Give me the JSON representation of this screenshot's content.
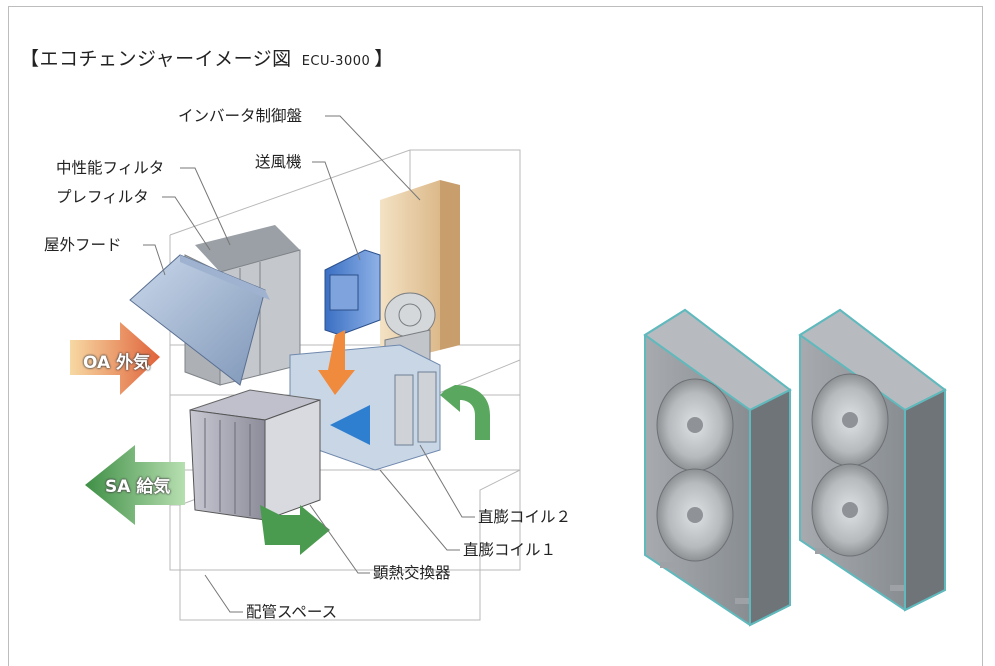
{
  "title": {
    "bracket_open": "【",
    "main": "エコチェンジャーイメージ図",
    "model": "ECU-3000",
    "bracket_close": "】"
  },
  "labels": {
    "inverter": "インバータ制御盤",
    "medium_filter": "中性能フィルタ",
    "blower": "送風機",
    "pre_filter": "プレフィルタ",
    "outdoor_hood": "屋外フード",
    "oa": "OA 外気",
    "sa": "SA 給気",
    "coil2": "直膨コイル２",
    "coil1": "直膨コイル１",
    "heat_exchanger": "顕熱交換器",
    "piping_space": "配管スペース"
  },
  "colors": {
    "oa_arrow": "#e0623a",
    "sa_arrow": "#3f8f46",
    "cool_arrow": "#2f7fd0",
    "unit_body": "#8f9498",
    "unit_edge": "#5fb9bd"
  }
}
